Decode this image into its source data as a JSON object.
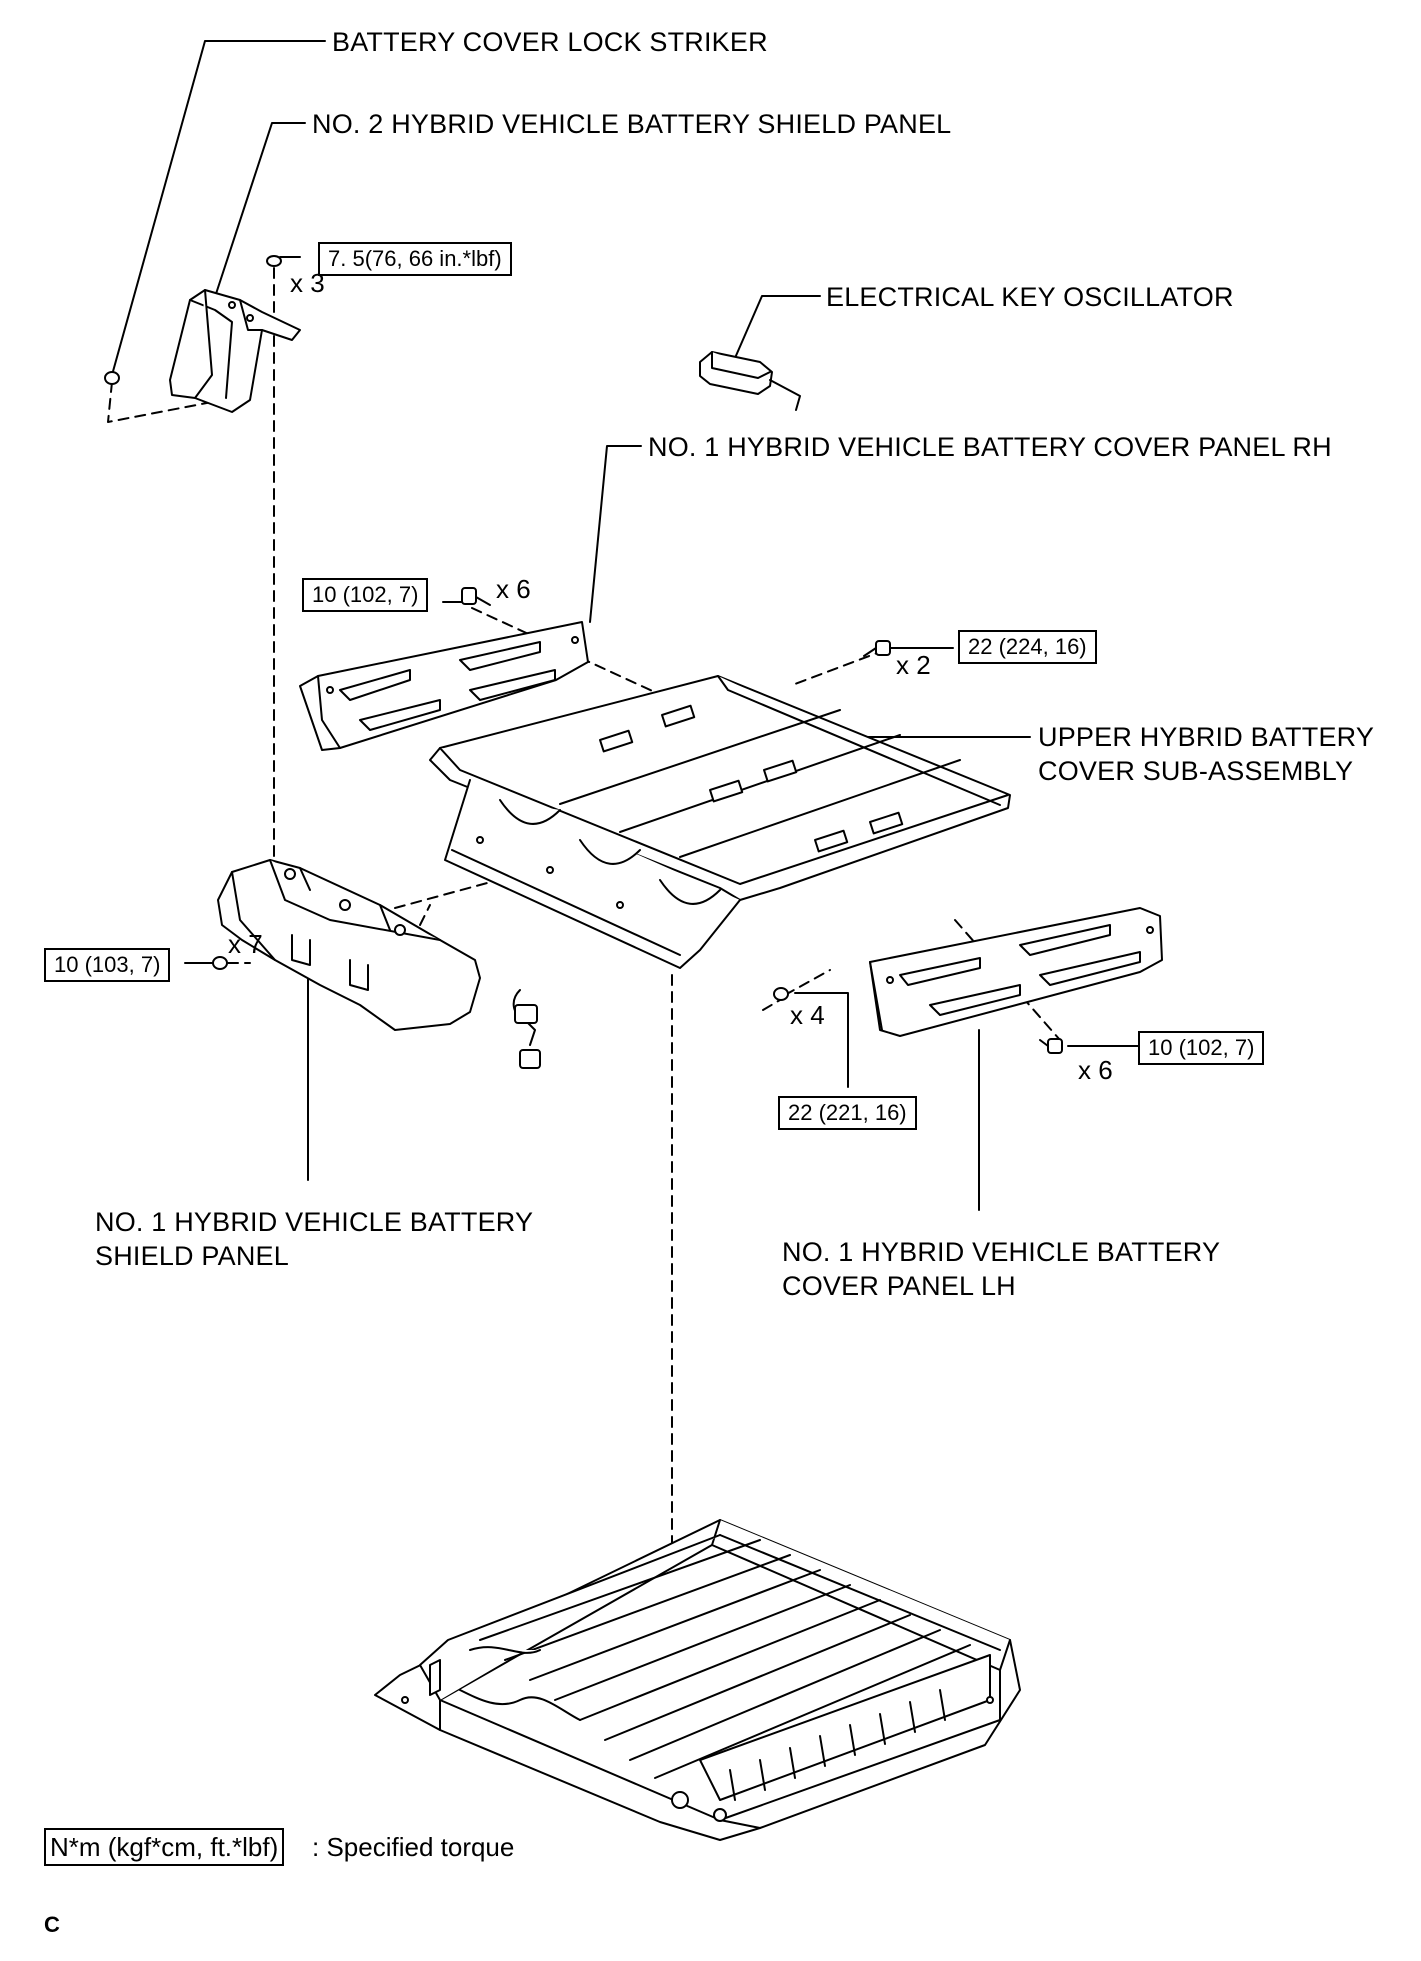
{
  "labels": {
    "lock_striker": "BATTERY COVER LOCK STRIKER",
    "shield_panel_2": "NO. 2 HYBRID VEHICLE BATTERY SHIELD PANEL",
    "key_oscillator": "ELECTRICAL KEY OSCILLATOR",
    "cover_panel_rh": "NO. 1 HYBRID VEHICLE BATTERY COVER PANEL RH",
    "upper_cover_line1": "UPPER HYBRID BATTERY",
    "upper_cover_line2": "COVER SUB-ASSEMBLY",
    "shield_panel_1_line1": "NO. 1 HYBRID VEHICLE BATTERY",
    "shield_panel_1_line2": "SHIELD PANEL",
    "cover_panel_lh_line1": "NO. 1 HYBRID VEHICLE BATTERY",
    "cover_panel_lh_line2": "COVER PANEL LH"
  },
  "torques": {
    "shield2_nut": "7. 5(76, 66 in.*lbf)",
    "rh_bolt": "10 (102, 7)",
    "upper_bolt": "22 (224, 16)",
    "shield1_nut": "10 (103, 7)",
    "cover_nut": "22 (221, 16)",
    "lh_bolt": "10 (102, 7)"
  },
  "counts": {
    "shield2_nut": "x 3",
    "rh_bolt": "x 6",
    "upper_bolt": "x 2",
    "shield1_nut": "x 7",
    "cover_nut": "x 4",
    "lh_bolt": "x 6"
  },
  "legend": {
    "box": "N*m (kgf*cm, ft.*lbf)",
    "text": ": Specified torque"
  },
  "corner_mark": "C"
}
